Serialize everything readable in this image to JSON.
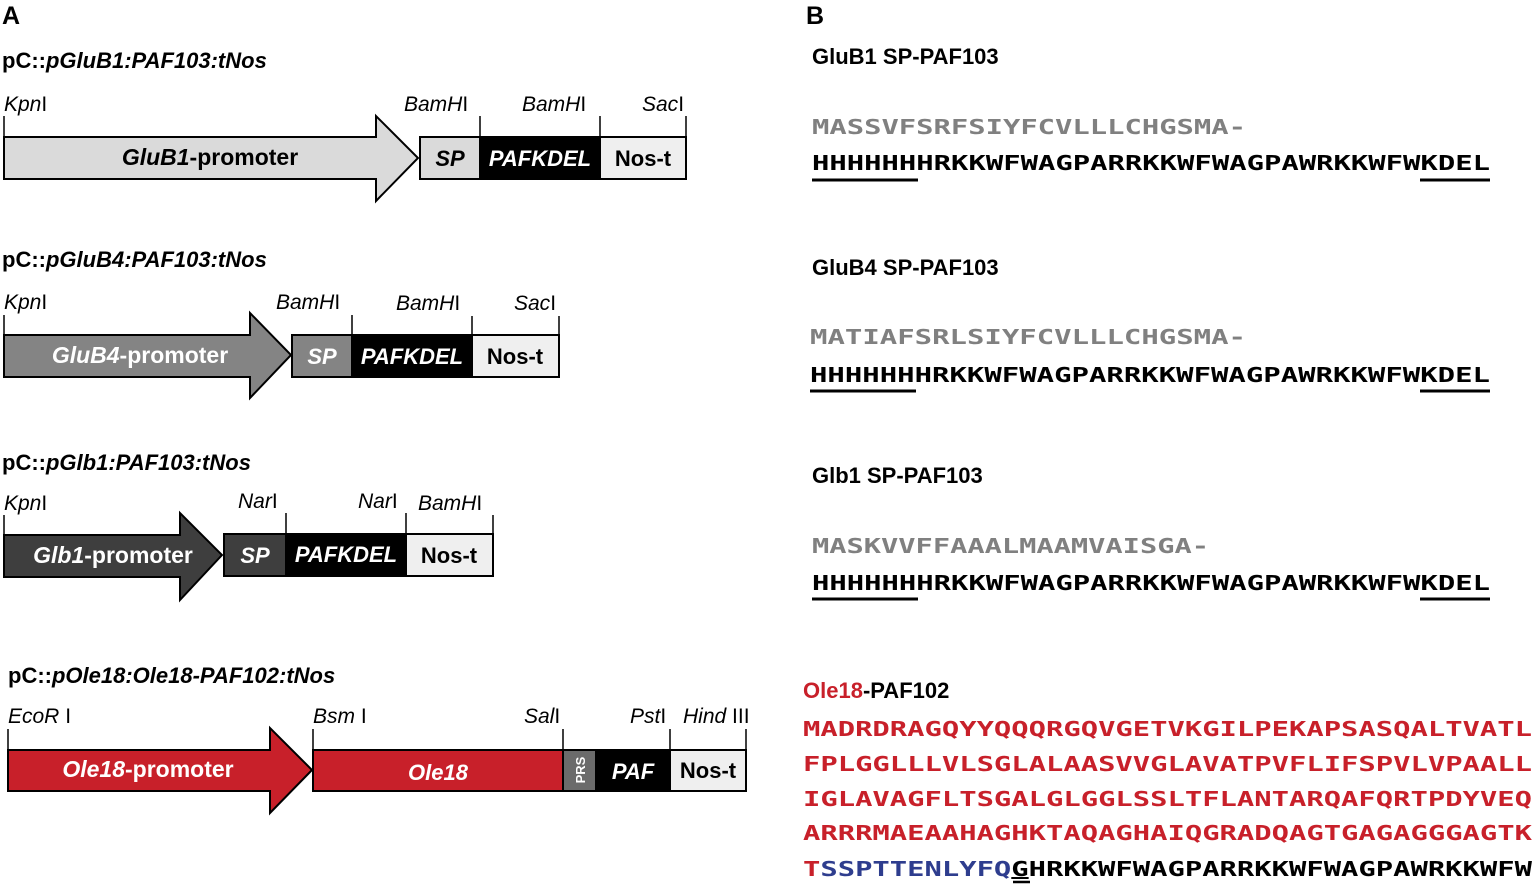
{
  "panel_a_label": "A",
  "panel_b_label": "B",
  "constructs": [
    {
      "title_prefix": "pC::",
      "title_italic": "pGluB1:PAF103:tNos",
      "promoter_italic": "GluB1",
      "promoter_suffix": "-promoter",
      "sites": [
        {
          "italic": "Kpn",
          "roman": "I"
        },
        {
          "italic": "BamH",
          "roman": "I"
        },
        {
          "italic": "BamH",
          "roman": "I"
        },
        {
          "italic": "Sac",
          "roman": "I"
        }
      ],
      "boxes": [
        "SP",
        "PAFKDEL",
        "Nos-t"
      ],
      "color": "#dadada"
    },
    {
      "title_prefix": "pC::",
      "title_italic": "pGluB4:PAF103:tNos",
      "promoter_italic": "GluB4",
      "promoter_suffix": "-promoter",
      "sites": [
        {
          "italic": "Kpn",
          "roman": "I"
        },
        {
          "italic": "BamH",
          "roman": "I"
        },
        {
          "italic": "BamH",
          "roman": "I"
        },
        {
          "italic": "Sac",
          "roman": "I"
        }
      ],
      "boxes": [
        "SP",
        "PAFKDEL",
        "Nos-t"
      ],
      "color": "#848484"
    },
    {
      "title_prefix": "pC::",
      "title_italic": "pGlb1:PAF103:tNos",
      "promoter_italic": "Glb1",
      "promoter_suffix": "-promoter",
      "sites": [
        {
          "italic": "Kpn",
          "roman": "I"
        },
        {
          "italic": "Nar",
          "roman": "I"
        },
        {
          "italic": "Nar",
          "roman": "I"
        },
        {
          "italic": "BamH",
          "roman": "I"
        }
      ],
      "boxes": [
        "SP",
        "PAFKDEL",
        "Nos-t"
      ],
      "color": "#3e3e3e"
    },
    {
      "title_prefix": "pC::",
      "title_italic": "pOle18:Ole18-PAF102:tNos",
      "promoter_italic": "Ole18",
      "promoter_suffix": "-promoter",
      "sites": [
        {
          "italic": "EcoR",
          "roman": " I"
        },
        {
          "italic": "Bsm",
          "roman": " I"
        },
        {
          "italic": "Sal",
          "roman": "I"
        },
        {
          "italic": "Pst",
          "roman": "I"
        },
        {
          "italic": "Hind",
          "roman": " III"
        }
      ],
      "boxes": [
        "Ole18",
        "PRS",
        "PAF",
        "Nos-t"
      ],
      "color": "#c8202a"
    }
  ],
  "sequences": [
    {
      "title": "GluB1 SP-PAF103",
      "signal": "MASSVFSRFSIYFCVLLLCHGSMA-",
      "his_tag": "HHHHHH",
      "core": "HRKKWFWAGPARRKKWFWAGPAWRKKWFW",
      "kdel": "KDEL"
    },
    {
      "title": "GluB4 SP-PAF103",
      "signal": "MATIAFSRLSIYFCVLLLCHGSMA-",
      "his_tag": "HHHHHH",
      "core": "HRKKWFWAGPARRKKWFWAGPAWRKKWFW",
      "kdel": "KDEL"
    },
    {
      "title": "Glb1 SP-PAF103",
      "signal": "MASKVVFFAAALMAAMVAISGA-",
      "his_tag": "HHHHHH",
      "core": "HRKKWFWAGPARRKKWFWAGPAWRKKWFW",
      "kdel": "KDEL"
    }
  ],
  "ole18_sequence": {
    "title_red": "Ole18",
    "title_black": "-PAF102",
    "lines": [
      "MADRDRAGQYYQQQRGQVGETVKGILPEKAPSASQALTVATL",
      "FPLGGLLLVLSGLALAASVVGLAVATPVFLIFSPVLVPAALL",
      "IGLAVAGFLTSGALGLGGLSSLTFLANTARQAFQRTPDYVEQ",
      "ARRRMAEAAHAGHKTAQAGHAIQGRADQAGTGAGAGGGAGTK"
    ],
    "last_red": "T",
    "last_blue": "SSPTTENLYFQ",
    "last_g": "G",
    "last_black": "HRKKWFWAGPARRKKWFWAGPAWRKKWFW"
  },
  "colors": {
    "ole18_red": "#c8202a",
    "tev_blue": "#2e3d8e",
    "signal_gray": "#808080",
    "nos_fill": "#efefef",
    "prs_fill": "#6b6b6b"
  }
}
